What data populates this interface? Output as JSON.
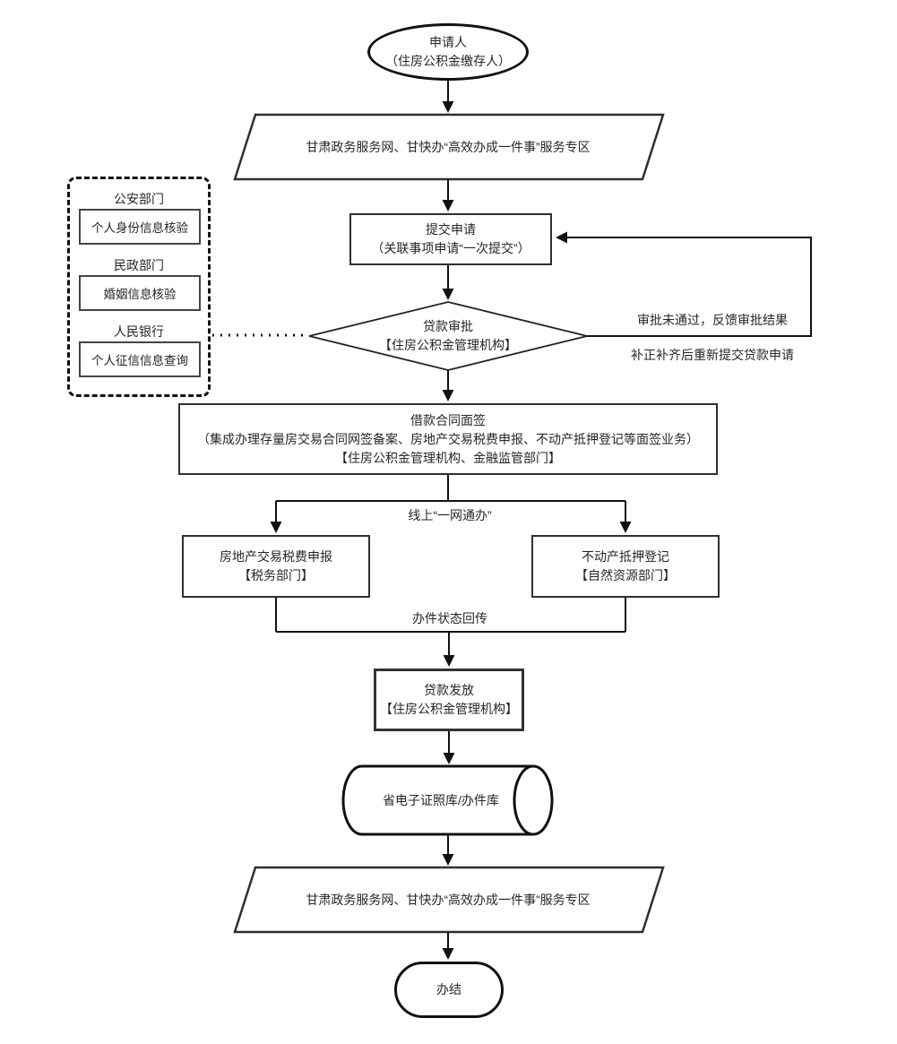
{
  "colors": {
    "line": "#111111",
    "box_border": "#2f2f2f",
    "text": "#262626",
    "background": "#ffffff"
  },
  "flowchart": {
    "start": {
      "lines": [
        "申请人",
        "（住房公积金缴存人）"
      ]
    },
    "portal_entry": {
      "label": "甘肃政务服务网、甘快办“高效办成一件事”服务专区"
    },
    "verification_panel": {
      "sections": [
        {
          "department": "公安部门",
          "service": "个人身份信息核验"
        },
        {
          "department": "民政部门",
          "service": "婚姻信息核验"
        },
        {
          "department": "人民银行",
          "service": "个人征信信息查询"
        }
      ]
    },
    "submit": {
      "lines": [
        "提交申请",
        "（关联事项申请“一次提交”）"
      ]
    },
    "approval": {
      "lines": [
        "贷款审批",
        "【住房公积金管理机构】"
      ]
    },
    "reject_feedback": {
      "line1": "审批未通过，反馈审批结果",
      "line2": "补正补齐后重新提交贷款申请"
    },
    "contract_signing": {
      "lines": [
        "借款合同面签",
        "（集成办理存量房交易合同网签备案、房地产交易税费申报、不动产抵押登记等面签业务）",
        "【住房公积金管理机构、金融监管部门】"
      ]
    },
    "online_label": "线上“一网通办”",
    "tax_declaration": {
      "lines": [
        "房地产交易税费申报",
        "【税务部门】"
      ]
    },
    "mortgage_registration": {
      "lines": [
        "不动产抵押登记",
        "【自然资源部门】"
      ]
    },
    "status_return_label": "办件状态回传",
    "loan_disbursement": {
      "lines": [
        "贷款发放",
        "【住房公积金管理机构】"
      ]
    },
    "database": {
      "label": "省电子证照库/办件库"
    },
    "portal_exit": {
      "label": "甘肃政务服务网、甘快办“高效办成一件事”服务专区"
    },
    "end": {
      "label": "办结"
    }
  }
}
